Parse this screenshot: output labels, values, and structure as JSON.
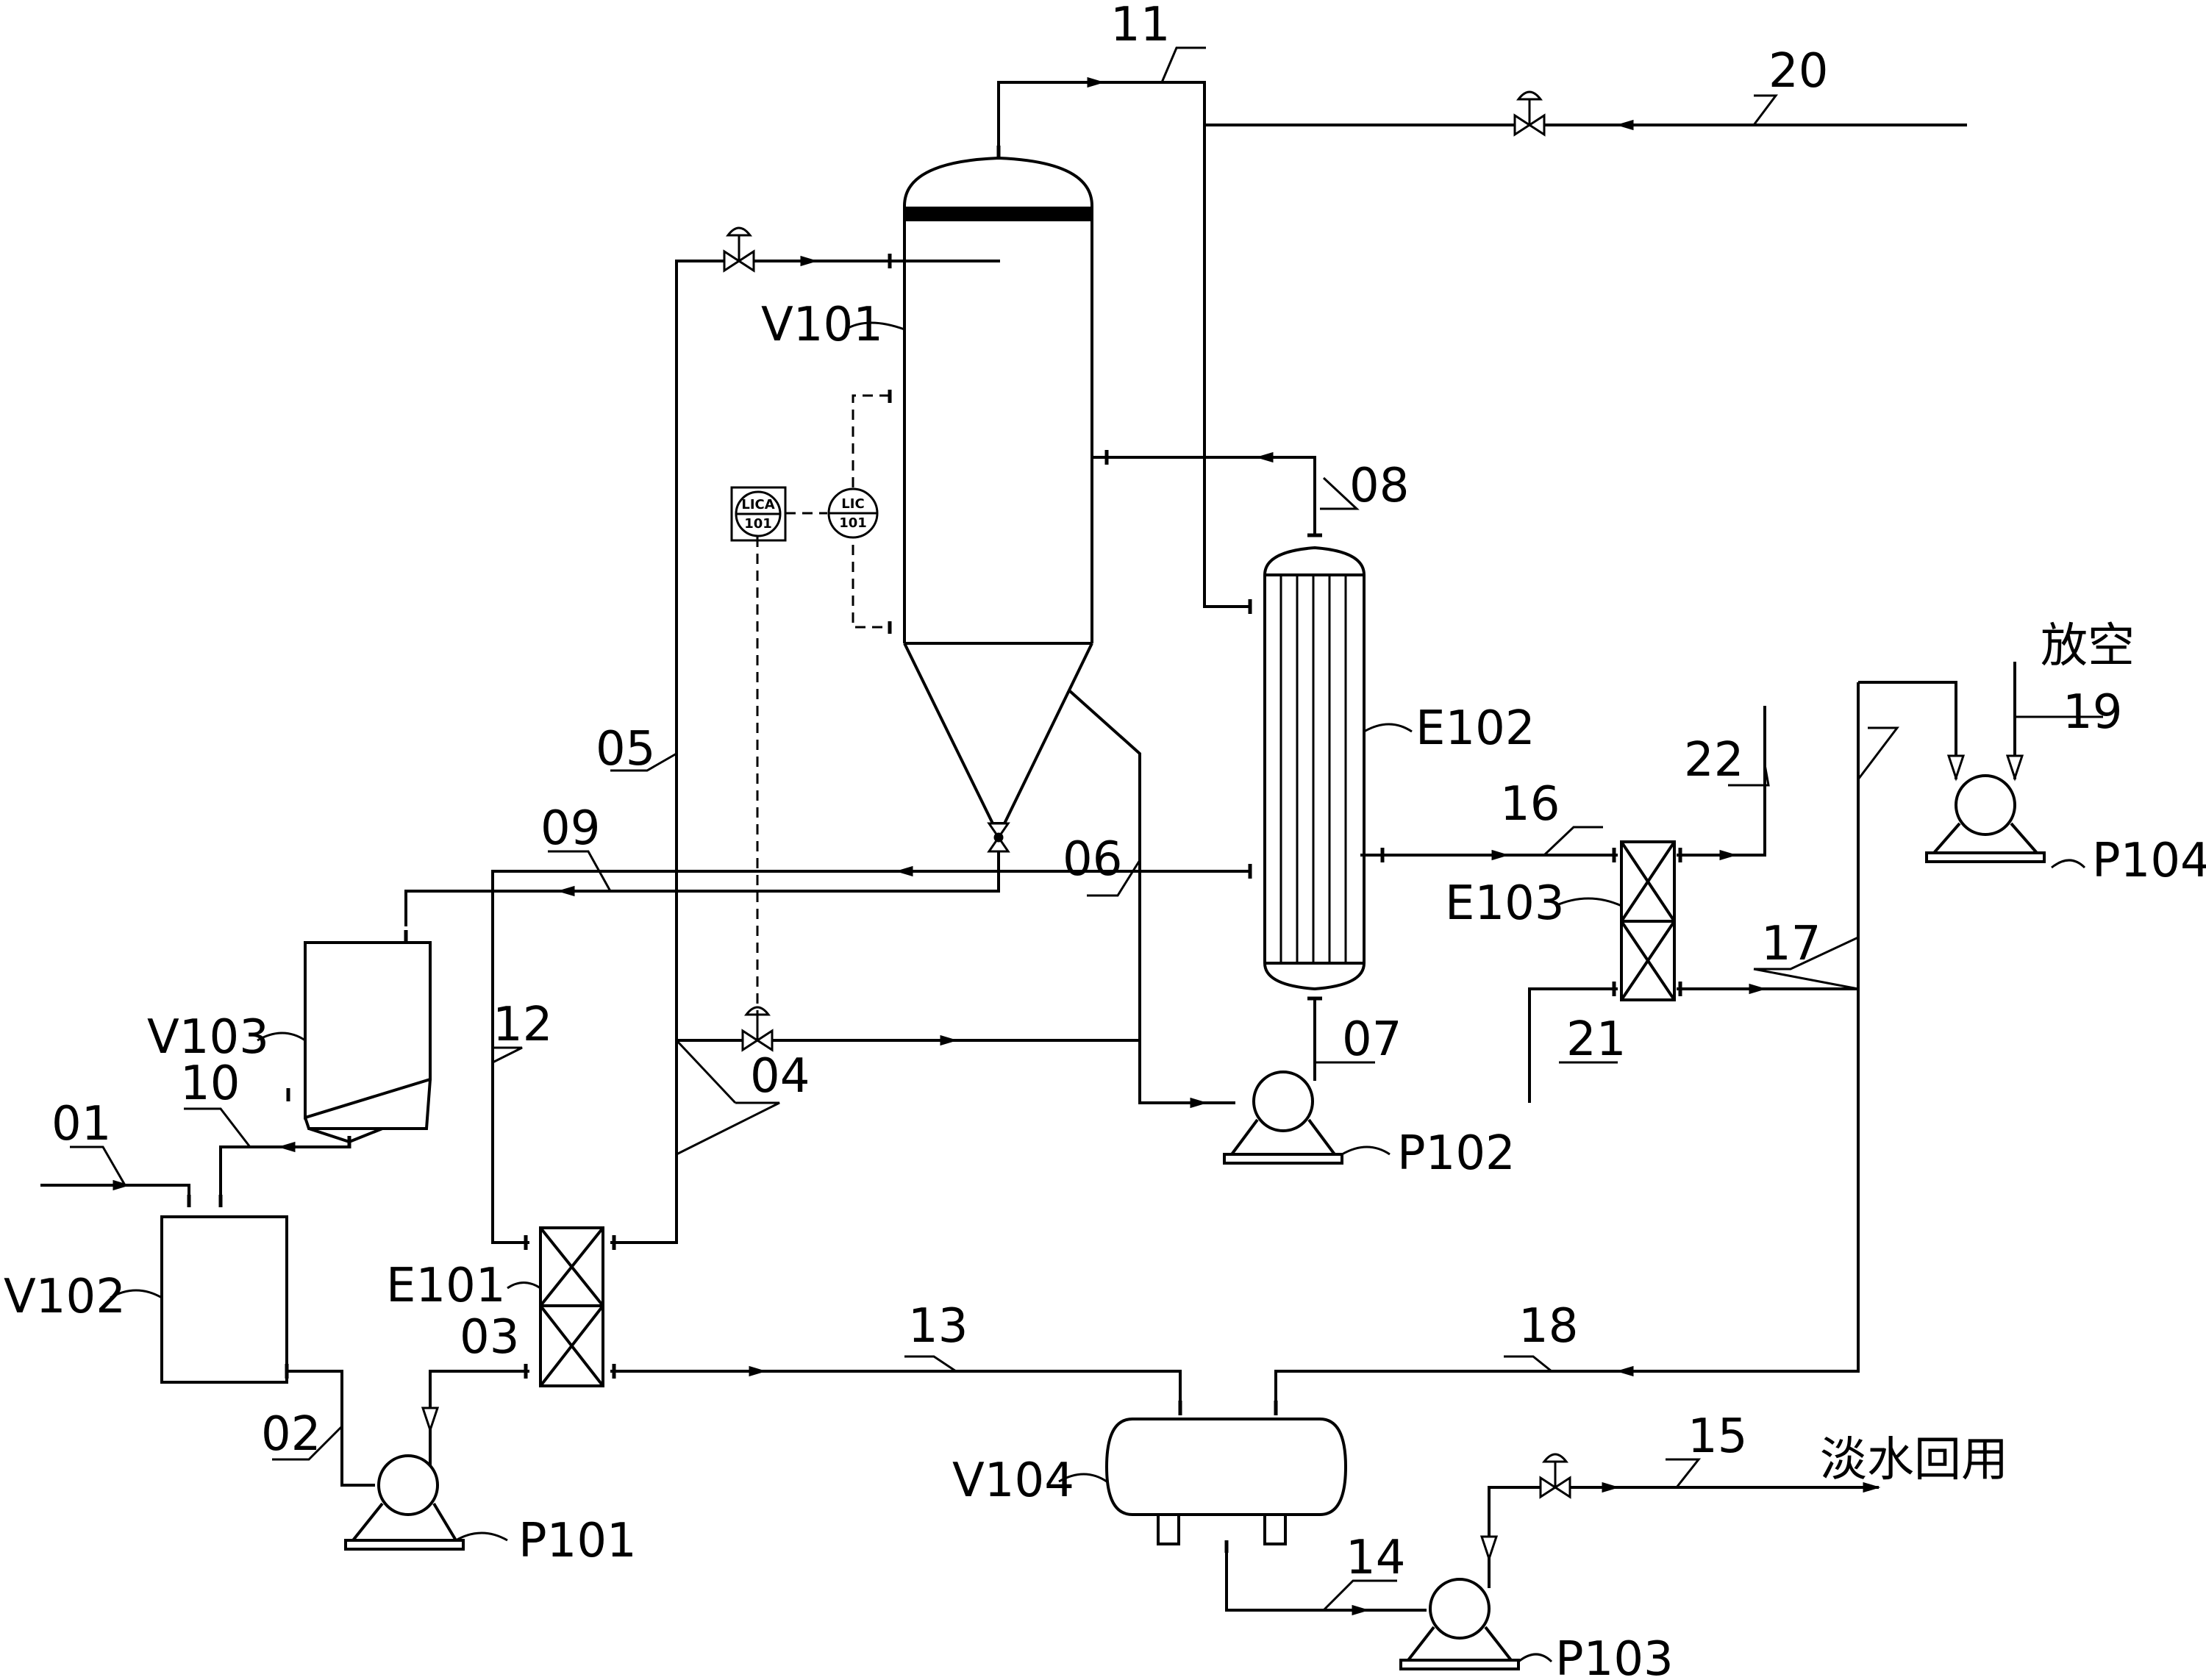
{
  "equipment": {
    "v101": "V101",
    "v102": "V102",
    "v103": "V103",
    "v104": "V104",
    "e101": "E101",
    "e102": "E102",
    "e103": "E103",
    "p101": "P101",
    "p102": "P102",
    "p103": "P103",
    "p104": "P104"
  },
  "instruments": {
    "lica_top": "LICA",
    "lica_num": "101",
    "lic_top": "LIC",
    "lic_num": "101"
  },
  "streams": {
    "s01": "01",
    "s02": "02",
    "s03": "03",
    "s04": "04",
    "s05": "05",
    "s06": "06",
    "s07": "07",
    "s08": "08",
    "s09": "09",
    "s10": "10",
    "s11": "11",
    "s12": "12",
    "s13": "13",
    "s14": "14",
    "s15": "15",
    "s16": "16",
    "s17": "17",
    "s18": "18",
    "s19": "19",
    "s20": "20",
    "s21": "21",
    "s22": "22"
  },
  "notes": {
    "vent": "放空",
    "fresh_water_reuse": "淡水回用"
  }
}
